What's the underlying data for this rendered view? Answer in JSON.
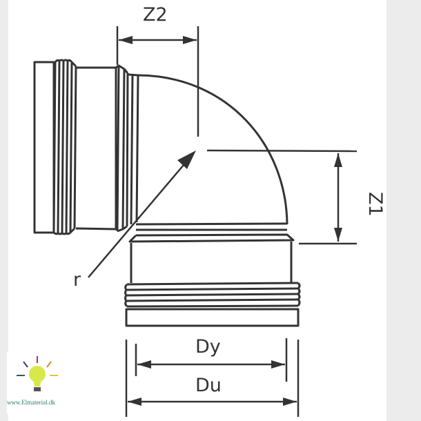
{
  "labels": {
    "z2": "Z2",
    "z1": "Z1",
    "r": "r",
    "dy": "Dy",
    "du": "Du"
  },
  "logo": {
    "text": "www.Elmaterial.dk",
    "bulb_color": "#d8e84a"
  },
  "line_color": "#333333"
}
